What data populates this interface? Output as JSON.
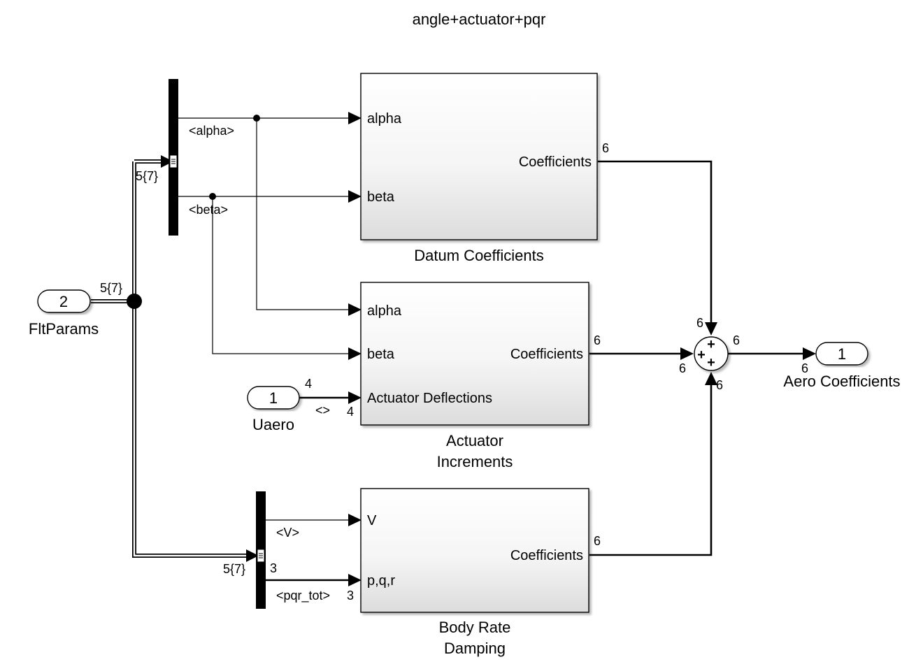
{
  "diagram": {
    "title": "angle+actuator+pqr",
    "inports": {
      "fltparams": {
        "number": "2",
        "name": "FltParams"
      },
      "uaero": {
        "number": "1",
        "name": "Uaero"
      }
    },
    "outport": {
      "number": "1",
      "name": "Aero Coefficients"
    },
    "blocks": {
      "datum": {
        "name": "Datum Coefficients",
        "inputs": [
          "alpha",
          "beta"
        ],
        "output": "Coefficients"
      },
      "actuator": {
        "name_line1": "Actuator",
        "name_line2": "Increments",
        "inputs": [
          "alpha",
          "beta",
          "Actuator Deflections"
        ],
        "output": "Coefficients"
      },
      "damping": {
        "name_line1": "Body Rate",
        "name_line2": "Damping",
        "inputs": [
          "V",
          "p,q,r"
        ],
        "output": "Coefficients"
      }
    },
    "sum_signs": [
      "+",
      "+",
      "+"
    ],
    "signals": {
      "alpha": "<alpha>",
      "beta": "<beta>",
      "v": "<V>",
      "pqr": "<pqr_tot>",
      "uaero": "<>"
    },
    "dimensions": {
      "bus": "5{7}",
      "six": "6",
      "four": "4",
      "three": "3"
    }
  }
}
